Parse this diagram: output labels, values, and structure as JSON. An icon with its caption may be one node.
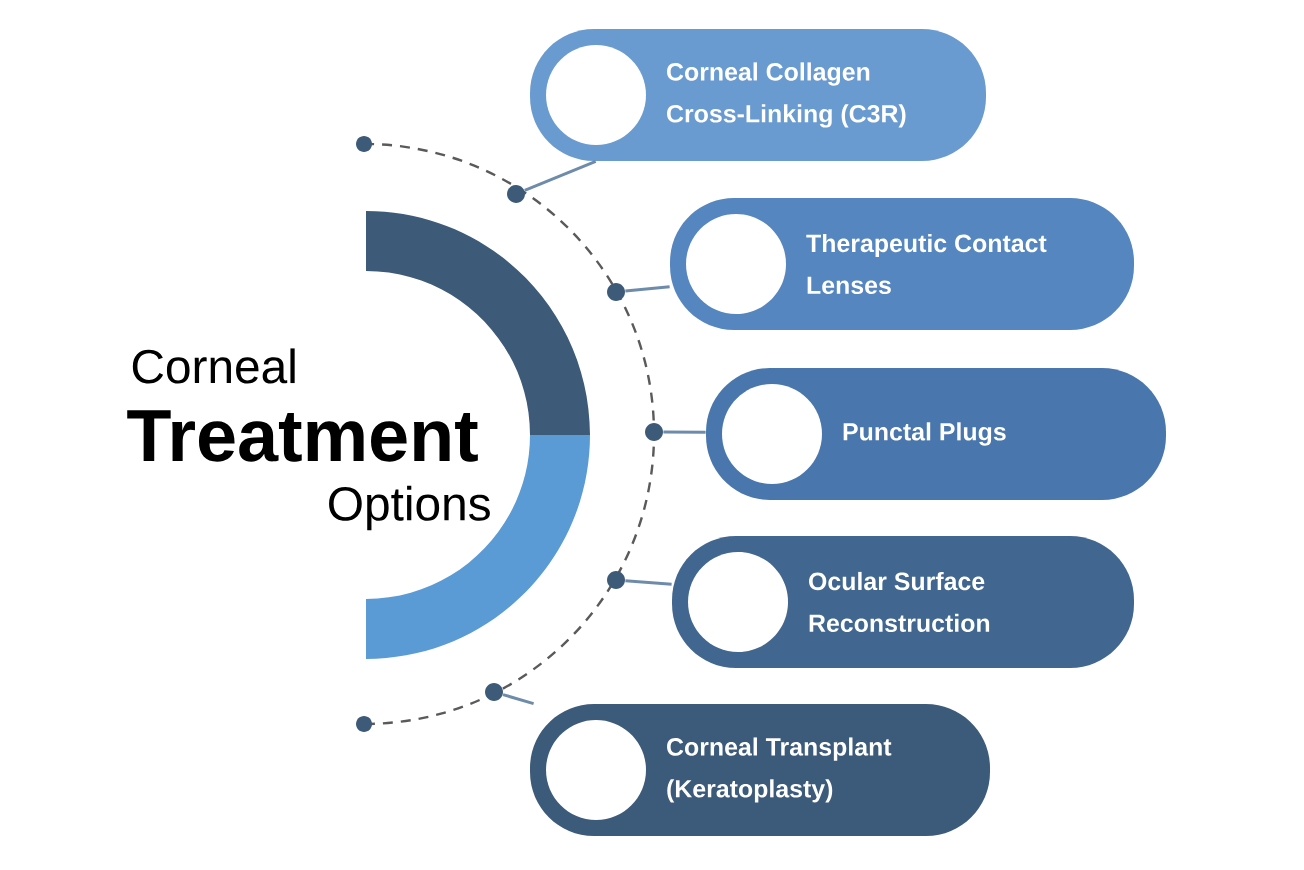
{
  "diagram": {
    "nodes": [
      {
        "text": [
          "Corneal Collagen Cross-Linking (C3R)"
        ]
      },
      {
        "text": [
          "Therapeutic Contact Lenses"
        ]
      },
      {
        "text": [
          "Punctal Plugs"
        ]
      },
      {
        "text": [
          "Ocular Surface Reconstruction"
        ]
      },
      {
        "text": [
          "Corneal Transplant (Keratoplasty)"
        ]
      },
      {
        "text": [],
        "shape": "circle"
      },
      {
        "text": [],
        "shape": "circle"
      },
      {
        "text": [],
        "shape": "circle"
      },
      {
        "text": [],
        "shape": "circle"
      },
      {
        "text": [],
        "shape": "circle"
      }
    ],
    "edges": [
      {
        "from": 5,
        "to": 0,
        "arrow": "none"
      },
      {
        "from": 6,
        "to": 1,
        "arrow": "none"
      },
      {
        "from": 7,
        "to": 2,
        "arrow": "none"
      },
      {
        "from": 8,
        "to": 3,
        "arrow": "none"
      },
      {
        "from": 9,
        "to": 4,
        "arrow": "none"
      }
    ],
    "labels": [
      "Corneal",
      "Treatment",
      "Options"
    ]
  }
}
